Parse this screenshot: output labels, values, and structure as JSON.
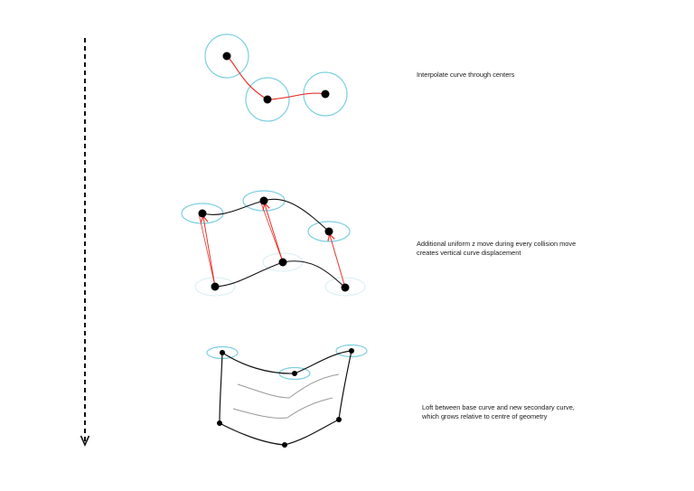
{
  "steps": [
    {
      "id": "interpolate",
      "text_lines": [
        "Interpolate curve through centers"
      ]
    },
    {
      "id": "z-move",
      "text_lines": [
        "Additional uniform z move during every collision move",
        "creates vertical curve displacement"
      ]
    },
    {
      "id": "loft",
      "text_lines": [
        "Loft between base curve and new secondary curve,",
        "which grows relative to centre of geometry"
      ]
    }
  ],
  "colors": {
    "collision_circle": "#7ccfe0",
    "faint_circle": "#d6eef4",
    "interpolated_curve": "#e8342b",
    "node": "#000000",
    "section_line": "#9a9a9a",
    "timeline_arrow": "#111111"
  }
}
